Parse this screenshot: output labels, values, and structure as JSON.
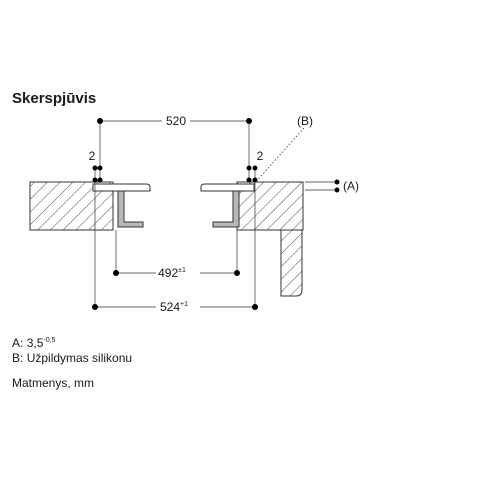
{
  "title": "Skerspjūvis",
  "dimensions": {
    "top_width": "520",
    "left_gap": "2",
    "right_gap": "2",
    "inner_width": "492",
    "inner_width_tolerance": "±1",
    "outer_width": "524",
    "outer_width_tolerance": "+1"
  },
  "callouts": {
    "a": "(A)",
    "b": "(B)"
  },
  "legend": {
    "a": {
      "key": "A",
      "value": "3,5",
      "value_tolerance": "-0,5"
    },
    "b": {
      "key": "B",
      "value": "Užpildymas silikonu"
    }
  },
  "units_note": "Matmenys, mm"
}
